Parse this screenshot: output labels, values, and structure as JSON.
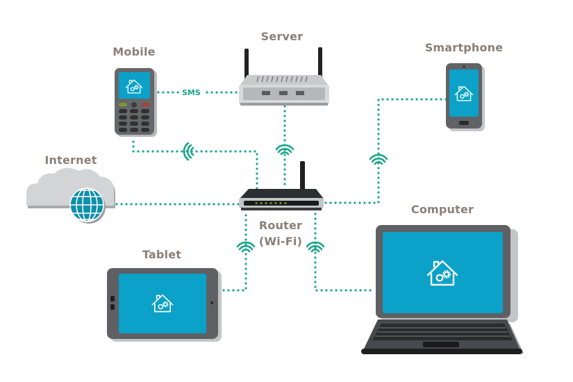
{
  "title": "Home automation network diagram",
  "colors": {
    "connection": "#1aa58a",
    "screen": "#0ba1c8",
    "label": "#8a7f78",
    "device_body": "#5f5f61",
    "cloud": "#d2d3d5"
  },
  "nodes": {
    "server": {
      "label": "Server",
      "icon": "wireless-server-icon"
    },
    "mobile": {
      "label": "Mobile",
      "icon": "feature-phone-icon"
    },
    "smartphone": {
      "label": "Smartphone",
      "icon": "smartphone-icon"
    },
    "internet": {
      "label": "Internet",
      "icon": "cloud-globe-icon"
    },
    "router": {
      "label_line1": "Router",
      "label_line2": "(Wi-Fi)",
      "icon": "wifi-router-icon"
    },
    "tablet": {
      "label": "Tablet",
      "icon": "tablet-icon"
    },
    "computer": {
      "label": "Computer",
      "icon": "laptop-icon"
    }
  },
  "connections": [
    {
      "from": "mobile",
      "to": "server",
      "label": "SMS",
      "type": "wired"
    },
    {
      "from": "mobile",
      "to": "router",
      "label": "",
      "type": "wireless"
    },
    {
      "from": "server",
      "to": "router",
      "label": "",
      "type": "wireless"
    },
    {
      "from": "smartphone",
      "to": "router",
      "label": "",
      "type": "wireless"
    },
    {
      "from": "internet",
      "to": "router",
      "label": "",
      "type": "wired"
    },
    {
      "from": "tablet",
      "to": "router",
      "label": "",
      "type": "wireless"
    },
    {
      "from": "computer",
      "to": "router",
      "label": "",
      "type": "wireless"
    }
  ]
}
